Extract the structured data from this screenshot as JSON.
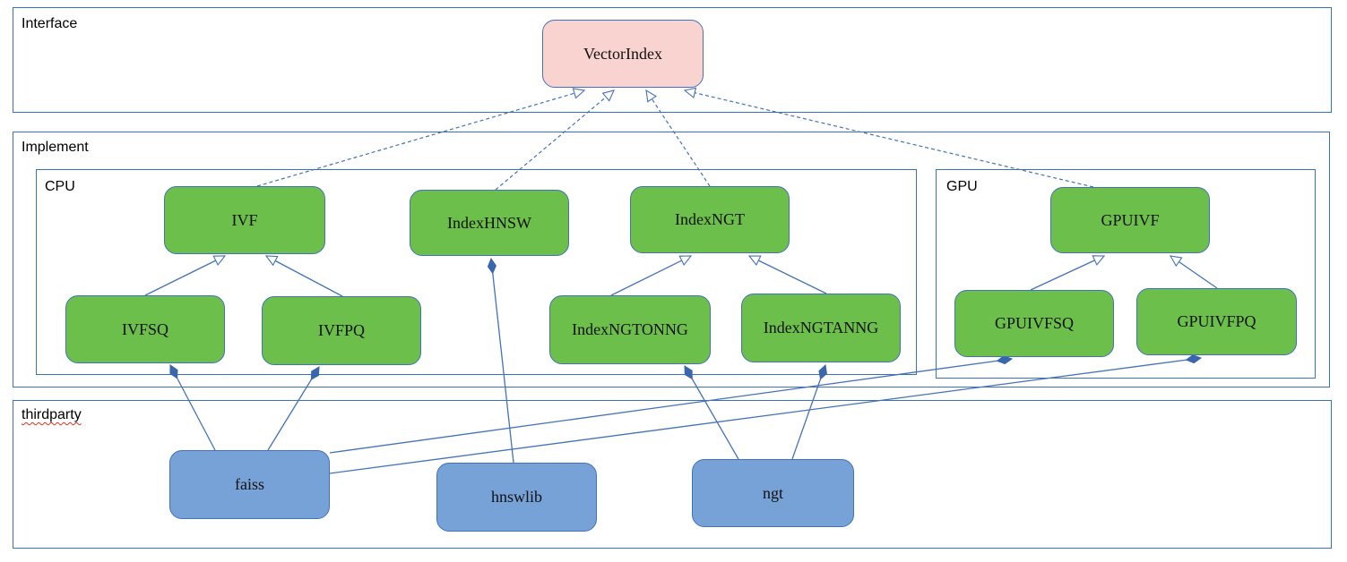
{
  "sections": {
    "interface": "Interface",
    "implement": "Implement",
    "cpu": "CPU",
    "gpu": "GPU",
    "thirdparty": "thirdparty"
  },
  "nodes": {
    "vectorindex": "VectorIndex",
    "ivf": "IVF",
    "indexhnsw": "IndexHNSW",
    "indexngt": "IndexNGT",
    "gpuivf": "GPUIVF",
    "ivfsq": "IVFSQ",
    "ivfpq": "IVFPQ",
    "indexngtonng": "IndexNGTONNG",
    "indexngtanng": "IndexNGTANNG",
    "gpuivfsq": "GPUIVFSQ",
    "gpuivfpq": "GPUIVFPQ",
    "faiss": "faiss",
    "hnswlib": "hnswlib",
    "ngt": "ngt"
  },
  "colors": {
    "interface_node_fill": "#f9d3cf",
    "implementation_node_fill": "#6cbf4a",
    "thirdparty_node_fill": "#77a2d7",
    "stroke_blue": "#4472b8",
    "spellcheck_underline": "#e03020"
  },
  "relationships": {
    "realization_dashed_hollow_arrow": [
      {
        "from": "IVF",
        "to": "VectorIndex"
      },
      {
        "from": "IndexHNSW",
        "to": "VectorIndex"
      },
      {
        "from": "IndexNGT",
        "to": "VectorIndex"
      },
      {
        "from": "GPUIVF",
        "to": "VectorIndex"
      }
    ],
    "generalization_hollow_arrow": [
      {
        "from": "IVFSQ",
        "to": "IVF"
      },
      {
        "from": "IVFPQ",
        "to": "IVF"
      },
      {
        "from": "IndexNGTONNG",
        "to": "IndexNGT"
      },
      {
        "from": "IndexNGTANNG",
        "to": "IndexNGT"
      },
      {
        "from": "GPUIVFSQ",
        "to": "GPUIVF"
      },
      {
        "from": "GPUIVFPQ",
        "to": "GPUIVF"
      }
    ],
    "composition_filled_diamond": [
      {
        "from": "hnswlib",
        "to": "IndexHNSW"
      },
      {
        "from": "faiss",
        "to": "IVFSQ"
      },
      {
        "from": "faiss",
        "to": "IVFPQ"
      },
      {
        "from": "ngt",
        "to": "IndexNGTONNG"
      },
      {
        "from": "ngt",
        "to": "IndexNGTANNG"
      },
      {
        "from": "faiss",
        "to": "GPUIVFSQ"
      },
      {
        "from": "faiss",
        "to": "GPUIVFPQ"
      }
    ]
  }
}
